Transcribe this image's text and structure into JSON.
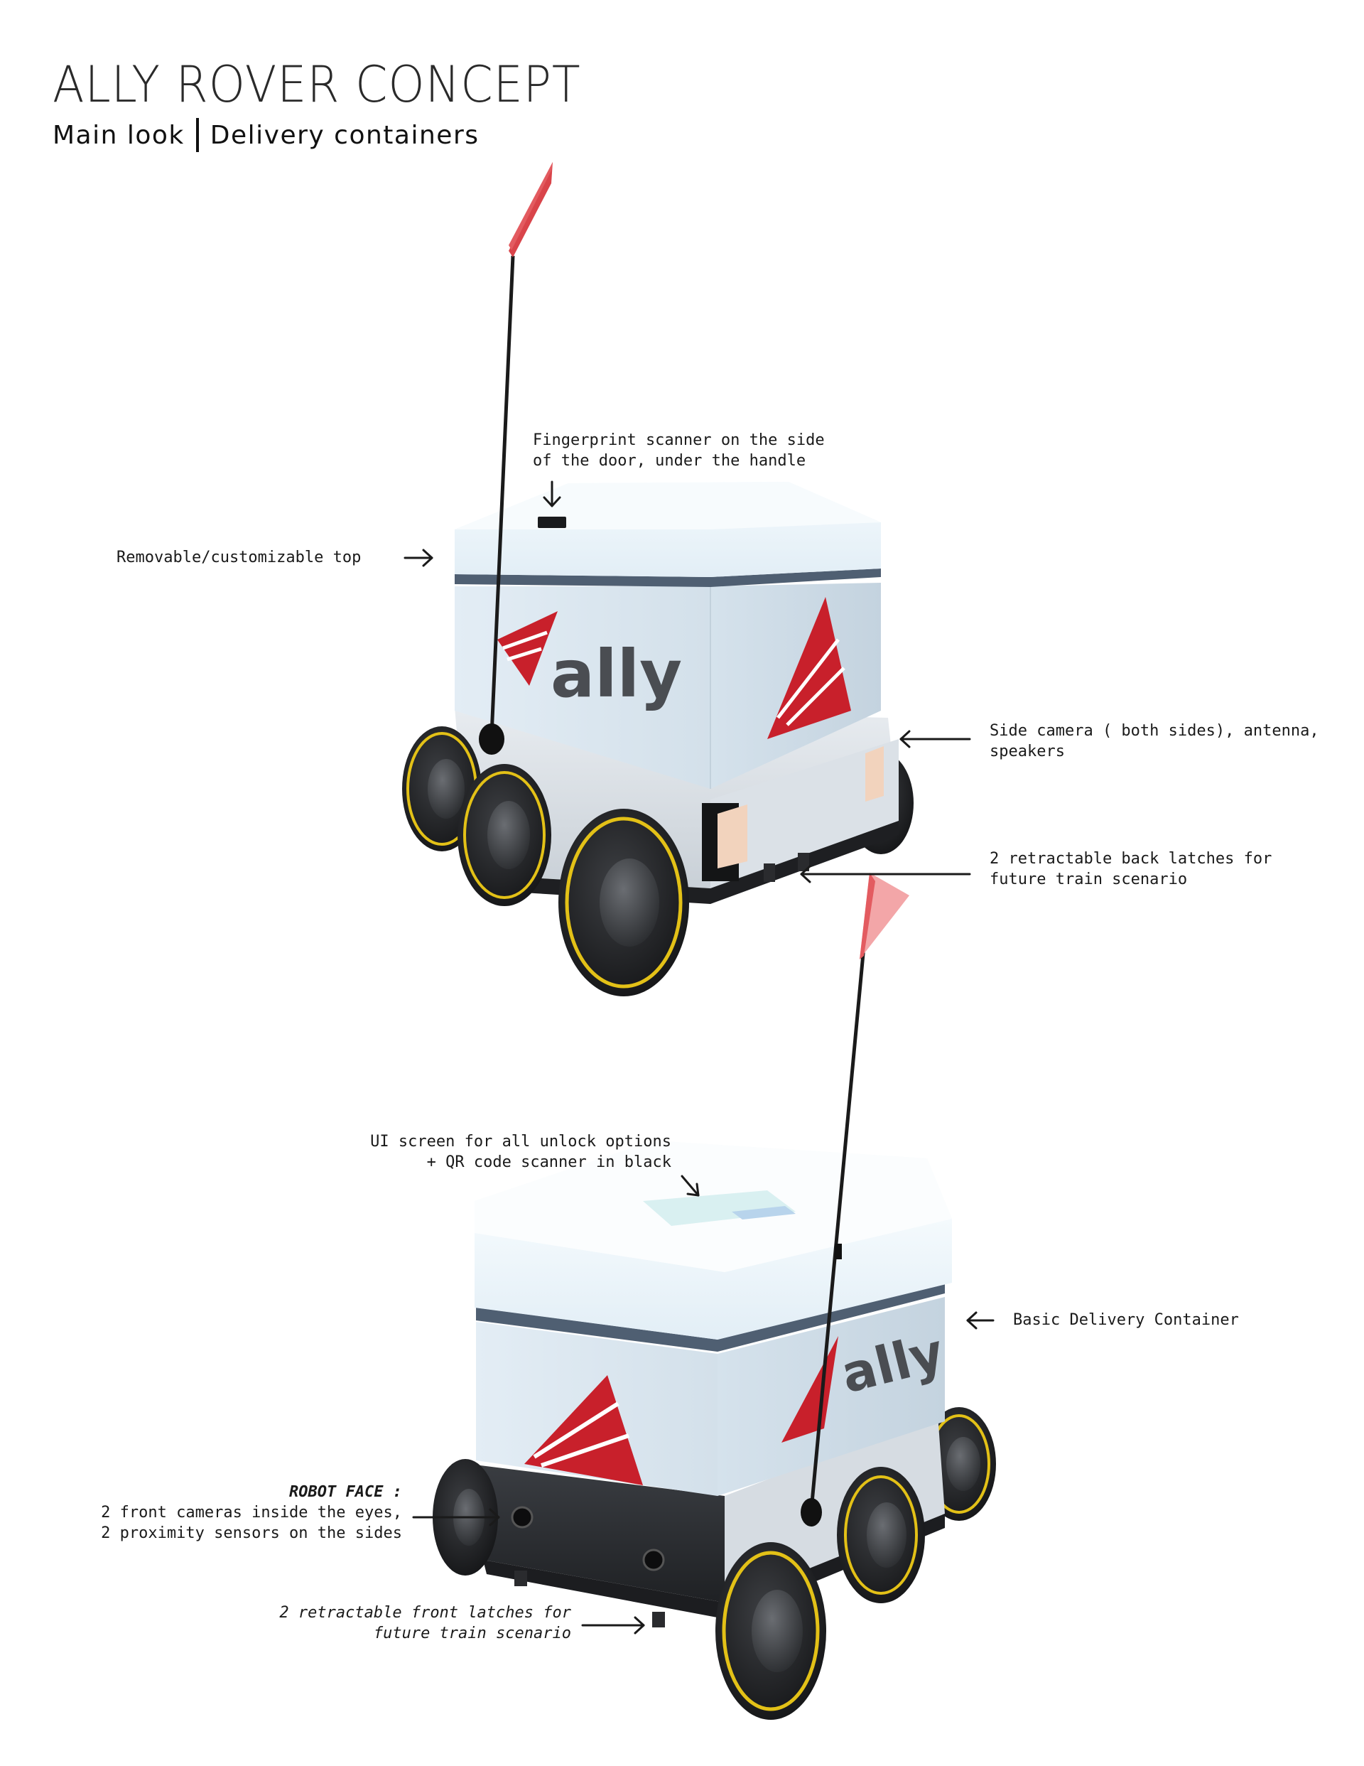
{
  "header": {
    "title": "ALLY ROVER CONCEPT",
    "subtitle_left": "Main look",
    "subtitle_right": "Delivery containers"
  },
  "brand": {
    "logo_text": "ally",
    "accent_color": "#c8202b",
    "flag_color": "#d9444a"
  },
  "annotations": {
    "fingerprint": [
      "Fingerprint scanner on the side",
      "of the door, under the handle"
    ],
    "removable_top": "Removable/customizable top",
    "side_camera": [
      "Side camera ( both sides), antenna,",
      "speakers"
    ],
    "back_latches": [
      "2 retractable back latches for",
      "future train scenario"
    ],
    "ui_screen": [
      "UI screen for all unlock options",
      "+ QR code scanner in black"
    ],
    "basic_container": "Basic Delivery Container",
    "robot_face": {
      "heading": "ROBOT FACE :",
      "lines": [
        "2 front cameras inside the eyes,",
        "2 proximity sensors on the sides"
      ]
    },
    "front_latches": [
      "2 retractable front latches for",
      "future train scenario"
    ]
  }
}
